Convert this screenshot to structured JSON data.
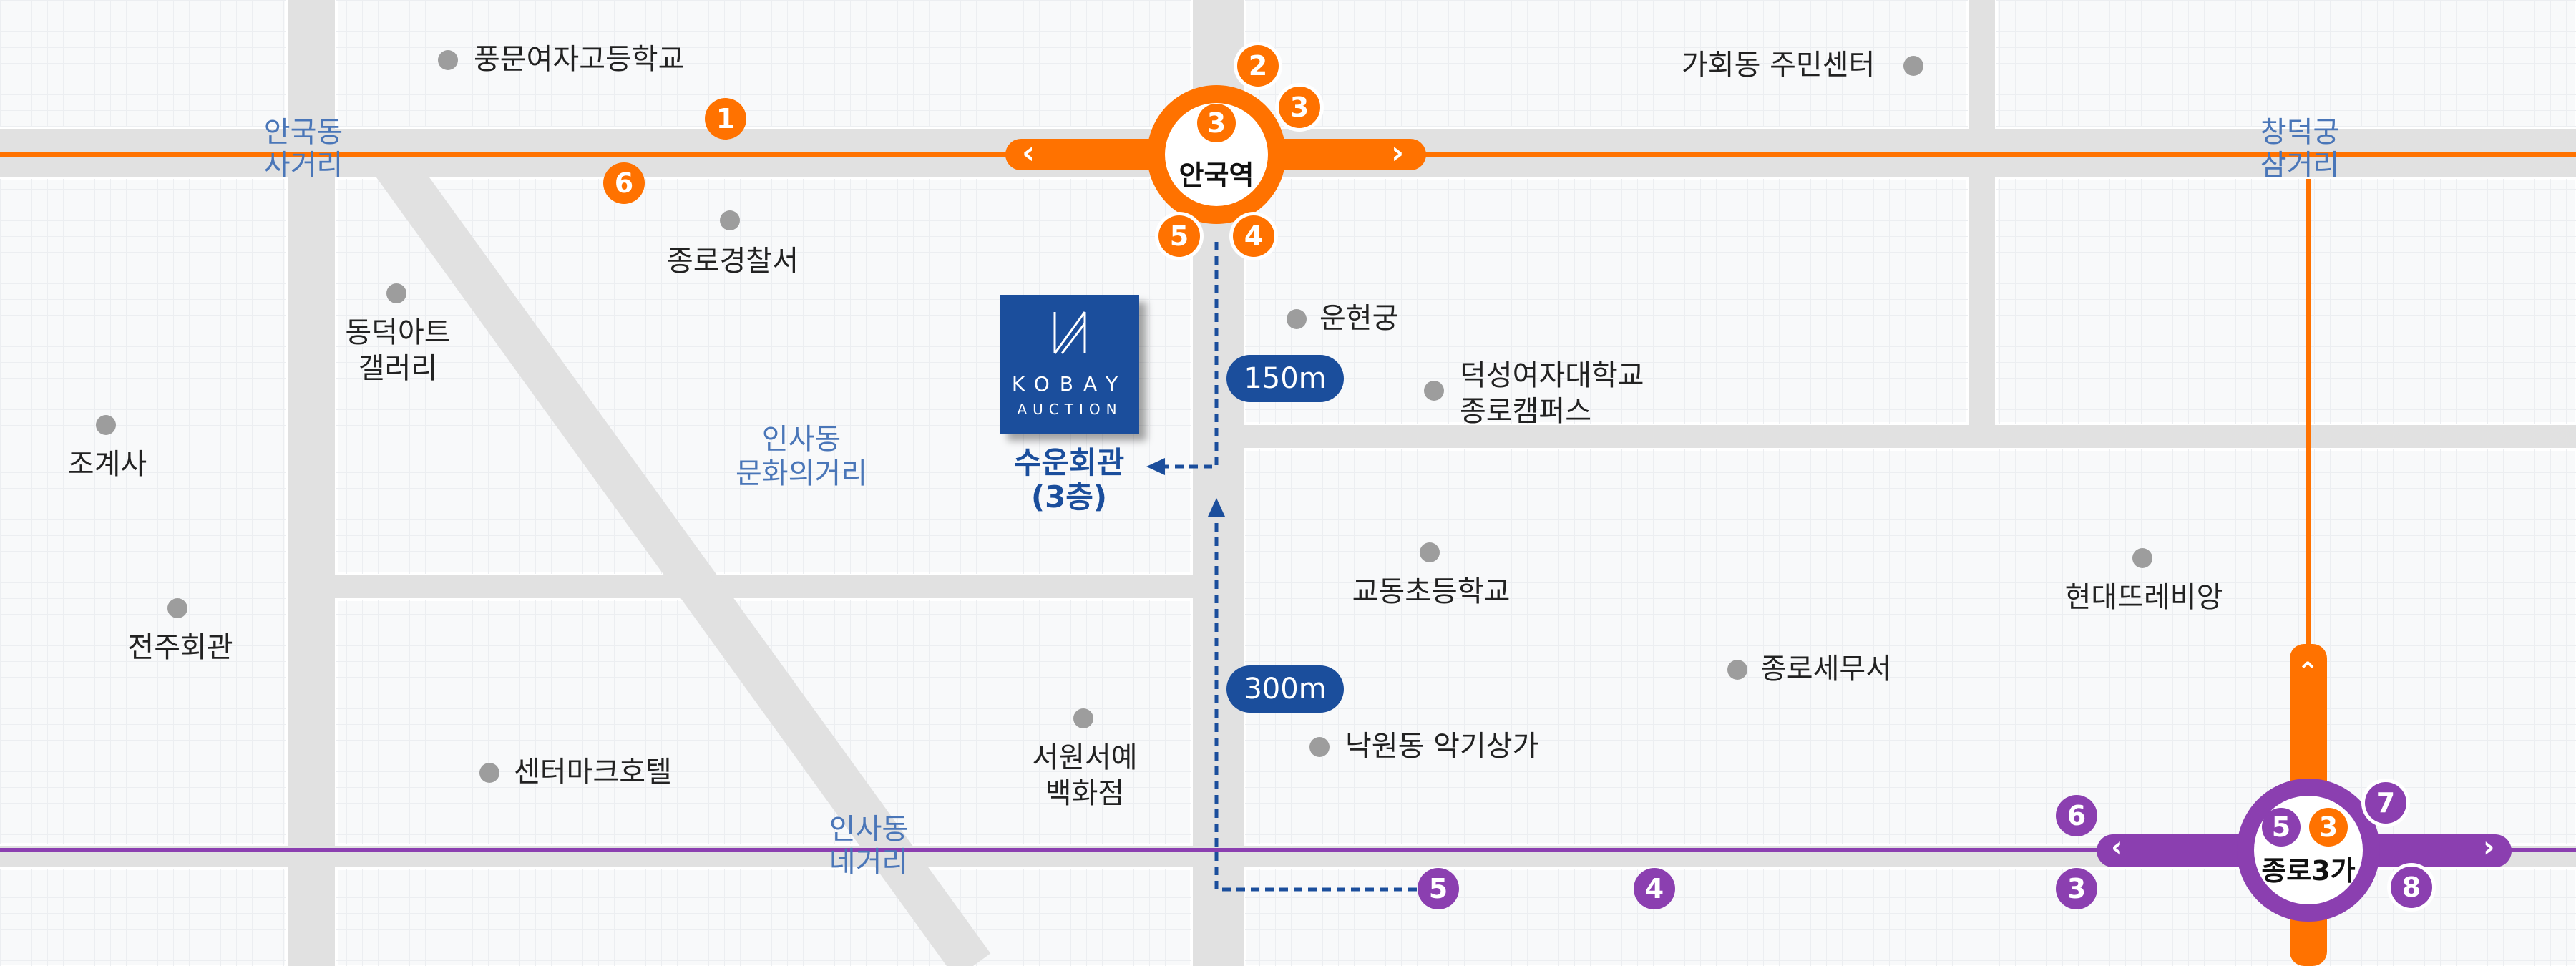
{
  "colors": {
    "orange_line": "#ff7200",
    "purple_line": "#8b3fb0",
    "walk_path": "#1b4e9c",
    "road": "#e1e1e1",
    "block": "#f8f9fa",
    "poi_dot": "#9d9d9d",
    "district_label": "#4a76b8"
  },
  "intersections": {
    "angukdong": "안국동\n사거리",
    "changdeokgung": "창덕궁\n삼거리",
    "insadong_negeori": "인사동\n네거리",
    "insadong_street": "인사동\n문화의거리"
  },
  "stations": {
    "anguk": {
      "name": "안국역",
      "line": "3"
    },
    "jongno3ga": {
      "name": "종로3가",
      "lines": [
        "5",
        "3"
      ]
    }
  },
  "exits": {
    "anguk": [
      "1",
      "6",
      "2",
      "3",
      "5",
      "4"
    ],
    "jongno3ga": [
      "6",
      "3",
      "7",
      "8"
    ],
    "insadong_line5": [
      "5",
      "4"
    ]
  },
  "landmarks": {
    "pungmun": "풍문여자고등학교",
    "gahoe": "가회동 주민센터",
    "jongro_police": "종로경찰서",
    "dongduk": "동덕아트\n갤러리",
    "jogyesa": "조계사",
    "jeonju": "전주회관",
    "centermark": "센터마크호텔",
    "seowon": "서원서예\n백화점",
    "unhyeongung": "운현궁",
    "duksung": "덕성여자대학교\n종로캠퍼스",
    "gyodong": "교동초등학교",
    "jongro_tax": "종로세무서",
    "nakwon": "낙원동 악기상가",
    "hyundai": "현대뜨레비앙"
  },
  "venue": {
    "logo_top": "KOBAY",
    "logo_bottom": "AUCTION",
    "name": "수운회관",
    "floor": "(3층)"
  },
  "distances": {
    "from_anguk": "150m",
    "from_jongno3ga": "300m"
  },
  "icons": {
    "poi": "gray-dot",
    "station_arrows": "chevron-icons",
    "walk": "dashed-arrow"
  }
}
